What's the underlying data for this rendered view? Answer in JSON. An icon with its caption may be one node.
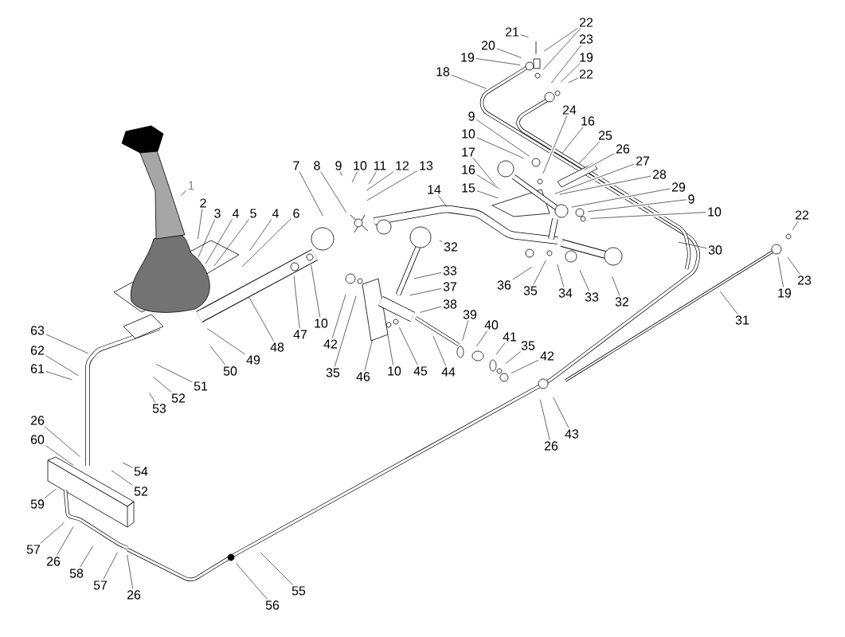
{
  "diagram": {
    "nodes": [
      {
        "text": [
          "21"
        ]
      },
      {
        "text": [
          "22"
        ]
      },
      {
        "text": [
          "20"
        ]
      },
      {
        "text": [
          "23"
        ]
      },
      {
        "text": [
          "19"
        ]
      },
      {
        "text": [
          "19"
        ]
      },
      {
        "text": [
          "18"
        ]
      },
      {
        "text": [
          "22"
        ]
      },
      {
        "text": [
          "24"
        ]
      },
      {
        "text": [
          "9"
        ]
      },
      {
        "text": [
          "16"
        ]
      },
      {
        "text": [
          "25"
        ]
      },
      {
        "text": [
          "10"
        ]
      },
      {
        "text": [
          "26"
        ]
      },
      {
        "text": [
          "17"
        ]
      },
      {
        "text": [
          "27"
        ]
      },
      {
        "text": [
          "16"
        ]
      },
      {
        "text": [
          "28"
        ]
      },
      {
        "text": [
          "15"
        ]
      },
      {
        "text": [
          "29"
        ]
      },
      {
        "text": [
          "9"
        ]
      },
      {
        "text": [
          "10"
        ]
      },
      {
        "text": [
          "7"
        ]
      },
      {
        "text": [
          "8"
        ]
      },
      {
        "text": [
          "9"
        ]
      },
      {
        "text": [
          "10"
        ]
      },
      {
        "text": [
          "11"
        ]
      },
      {
        "text": [
          "12"
        ]
      },
      {
        "text": [
          "13"
        ]
      },
      {
        "text": [
          "14"
        ]
      },
      {
        "text": [
          "1"
        ]
      },
      {
        "text": [
          "2"
        ]
      },
      {
        "text": [
          "3"
        ]
      },
      {
        "text": [
          "4"
        ]
      },
      {
        "text": [
          "5"
        ]
      },
      {
        "text": [
          "4"
        ]
      },
      {
        "text": [
          "6"
        ]
      },
      {
        "text": [
          "22"
        ]
      },
      {
        "text": [
          "32"
        ]
      },
      {
        "text": [
          "30"
        ]
      },
      {
        "text": [
          "36"
        ]
      },
      {
        "text": [
          "35"
        ]
      },
      {
        "text": [
          "34"
        ]
      },
      {
        "text": [
          "33"
        ]
      },
      {
        "text": [
          "32"
        ]
      },
      {
        "text": [
          "19"
        ]
      },
      {
        "text": [
          "23"
        ]
      },
      {
        "text": [
          "33"
        ]
      },
      {
        "text": [
          "37"
        ]
      },
      {
        "text": [
          "38"
        ]
      },
      {
        "text": [
          "39"
        ]
      },
      {
        "text": [
          "40"
        ]
      },
      {
        "text": [
          "41"
        ]
      },
      {
        "text": [
          "35"
        ]
      },
      {
        "text": [
          "42"
        ]
      },
      {
        "text": [
          "31"
        ]
      },
      {
        "text": [
          "47"
        ]
      },
      {
        "text": [
          "10"
        ]
      },
      {
        "text": [
          "42"
        ]
      },
      {
        "text": [
          "35"
        ]
      },
      {
        "text": [
          "46"
        ]
      },
      {
        "text": [
          "10"
        ]
      },
      {
        "text": [
          "45"
        ]
      },
      {
        "text": [
          "44"
        ]
      },
      {
        "text": [
          "48"
        ]
      },
      {
        "text": [
          "49"
        ]
      },
      {
        "text": [
          "50"
        ]
      },
      {
        "text": [
          "63"
        ]
      },
      {
        "text": [
          "62"
        ]
      },
      {
        "text": [
          "61"
        ]
      },
      {
        "text": [
          "51"
        ]
      },
      {
        "text": [
          "52"
        ]
      },
      {
        "text": [
          "53"
        ]
      },
      {
        "text": [
          "26"
        ]
      },
      {
        "text": [
          "60"
        ]
      },
      {
        "text": [
          "54"
        ]
      },
      {
        "text": [
          "52"
        ]
      },
      {
        "text": [
          "59"
        ]
      },
      {
        "text": [
          "57"
        ]
      },
      {
        "text": [
          "26"
        ]
      },
      {
        "text": [
          "58"
        ]
      },
      {
        "text": [
          "57"
        ]
      },
      {
        "text": [
          "26"
        ]
      },
      {
        "text": [
          "56"
        ]
      },
      {
        "text": [
          "55"
        ]
      },
      {
        "text": [
          "43"
        ]
      },
      {
        "text": [
          "26"
        ]
      }
    ],
    "edges": [
      {
        "from": 0,
        "to": null,
        "arrow": "none"
      },
      {
        "from": 1,
        "to": null,
        "arrow": "none"
      },
      {
        "from": 1,
        "to": null,
        "arrow": "none"
      },
      {
        "from": 2,
        "to": null,
        "arrow": "none"
      },
      {
        "from": 3,
        "to": null,
        "arrow": "none"
      },
      {
        "from": 4,
        "to": null,
        "arrow": "none"
      },
      {
        "from": 5,
        "to": null,
        "arrow": "none"
      },
      {
        "from": 6,
        "to": null,
        "arrow": "none"
      },
      {
        "from": 7,
        "to": null,
        "arrow": "none"
      },
      {
        "from": 8,
        "to": null,
        "arrow": "none"
      },
      {
        "from": 9,
        "to": null,
        "arrow": "none"
      },
      {
        "from": 10,
        "to": null,
        "arrow": "none"
      },
      {
        "from": 11,
        "to": null,
        "arrow": "none"
      },
      {
        "from": 12,
        "to": null,
        "arrow": "none"
      },
      {
        "from": 13,
        "to": null,
        "arrow": "none"
      },
      {
        "from": 14,
        "to": null,
        "arrow": "none"
      },
      {
        "from": 15,
        "to": null,
        "arrow": "none"
      },
      {
        "from": 16,
        "to": null,
        "arrow": "none"
      },
      {
        "from": 17,
        "to": null,
        "arrow": "none"
      },
      {
        "from": 18,
        "to": null,
        "arrow": "none"
      },
      {
        "from": 19,
        "to": null,
        "arrow": "none"
      },
      {
        "from": 20,
        "to": null,
        "arrow": "none"
      },
      {
        "from": 21,
        "to": null,
        "arrow": "none"
      },
      {
        "from": 22,
        "to": null,
        "arrow": "none"
      },
      {
        "from": 23,
        "to": null,
        "arrow": "none"
      },
      {
        "from": 24,
        "to": null,
        "arrow": "none"
      },
      {
        "from": 25,
        "to": null,
        "arrow": "none"
      },
      {
        "from": 26,
        "to": null,
        "arrow": "none"
      },
      {
        "from": 27,
        "to": null,
        "arrow": "none"
      },
      {
        "from": 28,
        "to": null,
        "arrow": "none"
      },
      {
        "from": 29,
        "to": null,
        "arrow": "none"
      },
      {
        "from": 30,
        "to": null,
        "arrow": "none"
      },
      {
        "from": 31,
        "to": null,
        "arrow": "none"
      },
      {
        "from": 32,
        "to": null,
        "arrow": "none"
      },
      {
        "from": 33,
        "to": null,
        "arrow": "none"
      },
      {
        "from": 34,
        "to": null,
        "arrow": "none"
      },
      {
        "from": 35,
        "to": null,
        "arrow": "none"
      },
      {
        "from": 36,
        "to": null,
        "arrow": "none"
      },
      {
        "from": 37,
        "to": null,
        "arrow": "none"
      },
      {
        "from": 38,
        "to": null,
        "arrow": "none"
      },
      {
        "from": 39,
        "to": null,
        "arrow": "none"
      },
      {
        "from": 40,
        "to": null,
        "arrow": "none"
      },
      {
        "from": 41,
        "to": null,
        "arrow": "none"
      },
      {
        "from": 42,
        "to": null,
        "arrow": "none"
      },
      {
        "from": 43,
        "to": null,
        "arrow": "none"
      },
      {
        "from": 44,
        "to": null,
        "arrow": "none"
      },
      {
        "from": 45,
        "to": null,
        "arrow": "none"
      },
      {
        "from": 46,
        "to": null,
        "arrow": "none"
      },
      {
        "from": 47,
        "to": null,
        "arrow": "none"
      },
      {
        "from": 48,
        "to": null,
        "arrow": "none"
      },
      {
        "from": 49,
        "to": null,
        "arrow": "none"
      },
      {
        "from": 50,
        "to": null,
        "arrow": "none"
      },
      {
        "from": 51,
        "to": null,
        "arrow": "none"
      },
      {
        "from": 52,
        "to": null,
        "arrow": "none"
      },
      {
        "from": 53,
        "to": null,
        "arrow": "none"
      },
      {
        "from": 54,
        "to": null,
        "arrow": "none"
      },
      {
        "from": 55,
        "to": null,
        "arrow": "none"
      },
      {
        "from": 56,
        "to": null,
        "arrow": "none"
      },
      {
        "from": 57,
        "to": null,
        "arrow": "none"
      },
      {
        "from": 58,
        "to": null,
        "arrow": "none"
      },
      {
        "from": 59,
        "to": null,
        "arrow": "none"
      },
      {
        "from": 60,
        "to": null,
        "arrow": "none"
      },
      {
        "from": 61,
        "to": null,
        "arrow": "none"
      },
      {
        "from": 62,
        "to": null,
        "arrow": "none"
      },
      {
        "from": 63,
        "to": null,
        "arrow": "none"
      },
      {
        "from": 64,
        "to": null,
        "arrow": "none"
      },
      {
        "from": 65,
        "to": null,
        "arrow": "none"
      },
      {
        "from": 66,
        "to": null,
        "arrow": "none"
      },
      {
        "from": 67,
        "to": null,
        "arrow": "none"
      },
      {
        "from": 68,
        "to": null,
        "arrow": "none"
      },
      {
        "from": 69,
        "to": null,
        "arrow": "none"
      },
      {
        "from": 70,
        "to": null,
        "arrow": "none"
      },
      {
        "from": 71,
        "to": null,
        "arrow": "none"
      },
      {
        "from": 72,
        "to": null,
        "arrow": "none"
      },
      {
        "from": 73,
        "to": null,
        "arrow": "none"
      },
      {
        "from": 74,
        "to": null,
        "arrow": "none"
      },
      {
        "from": 75,
        "to": null,
        "arrow": "none"
      },
      {
        "from": 76,
        "to": null,
        "arrow": "none"
      },
      {
        "from": 77,
        "to": null,
        "arrow": "none"
      },
      {
        "from": 78,
        "to": null,
        "arrow": "none"
      },
      {
        "from": 79,
        "to": null,
        "arrow": "none"
      },
      {
        "from": 80,
        "to": null,
        "arrow": "none"
      },
      {
        "from": 81,
        "to": null,
        "arrow": "none"
      },
      {
        "from": 82,
        "to": null,
        "arrow": "none"
      },
      {
        "from": 83,
        "to": null,
        "arrow": "none"
      },
      {
        "from": 84,
        "to": null,
        "arrow": "none"
      },
      {
        "from": 85,
        "to": null,
        "arrow": "none"
      },
      {
        "from": 86,
        "to": null,
        "arrow": "none"
      }
    ]
  }
}
